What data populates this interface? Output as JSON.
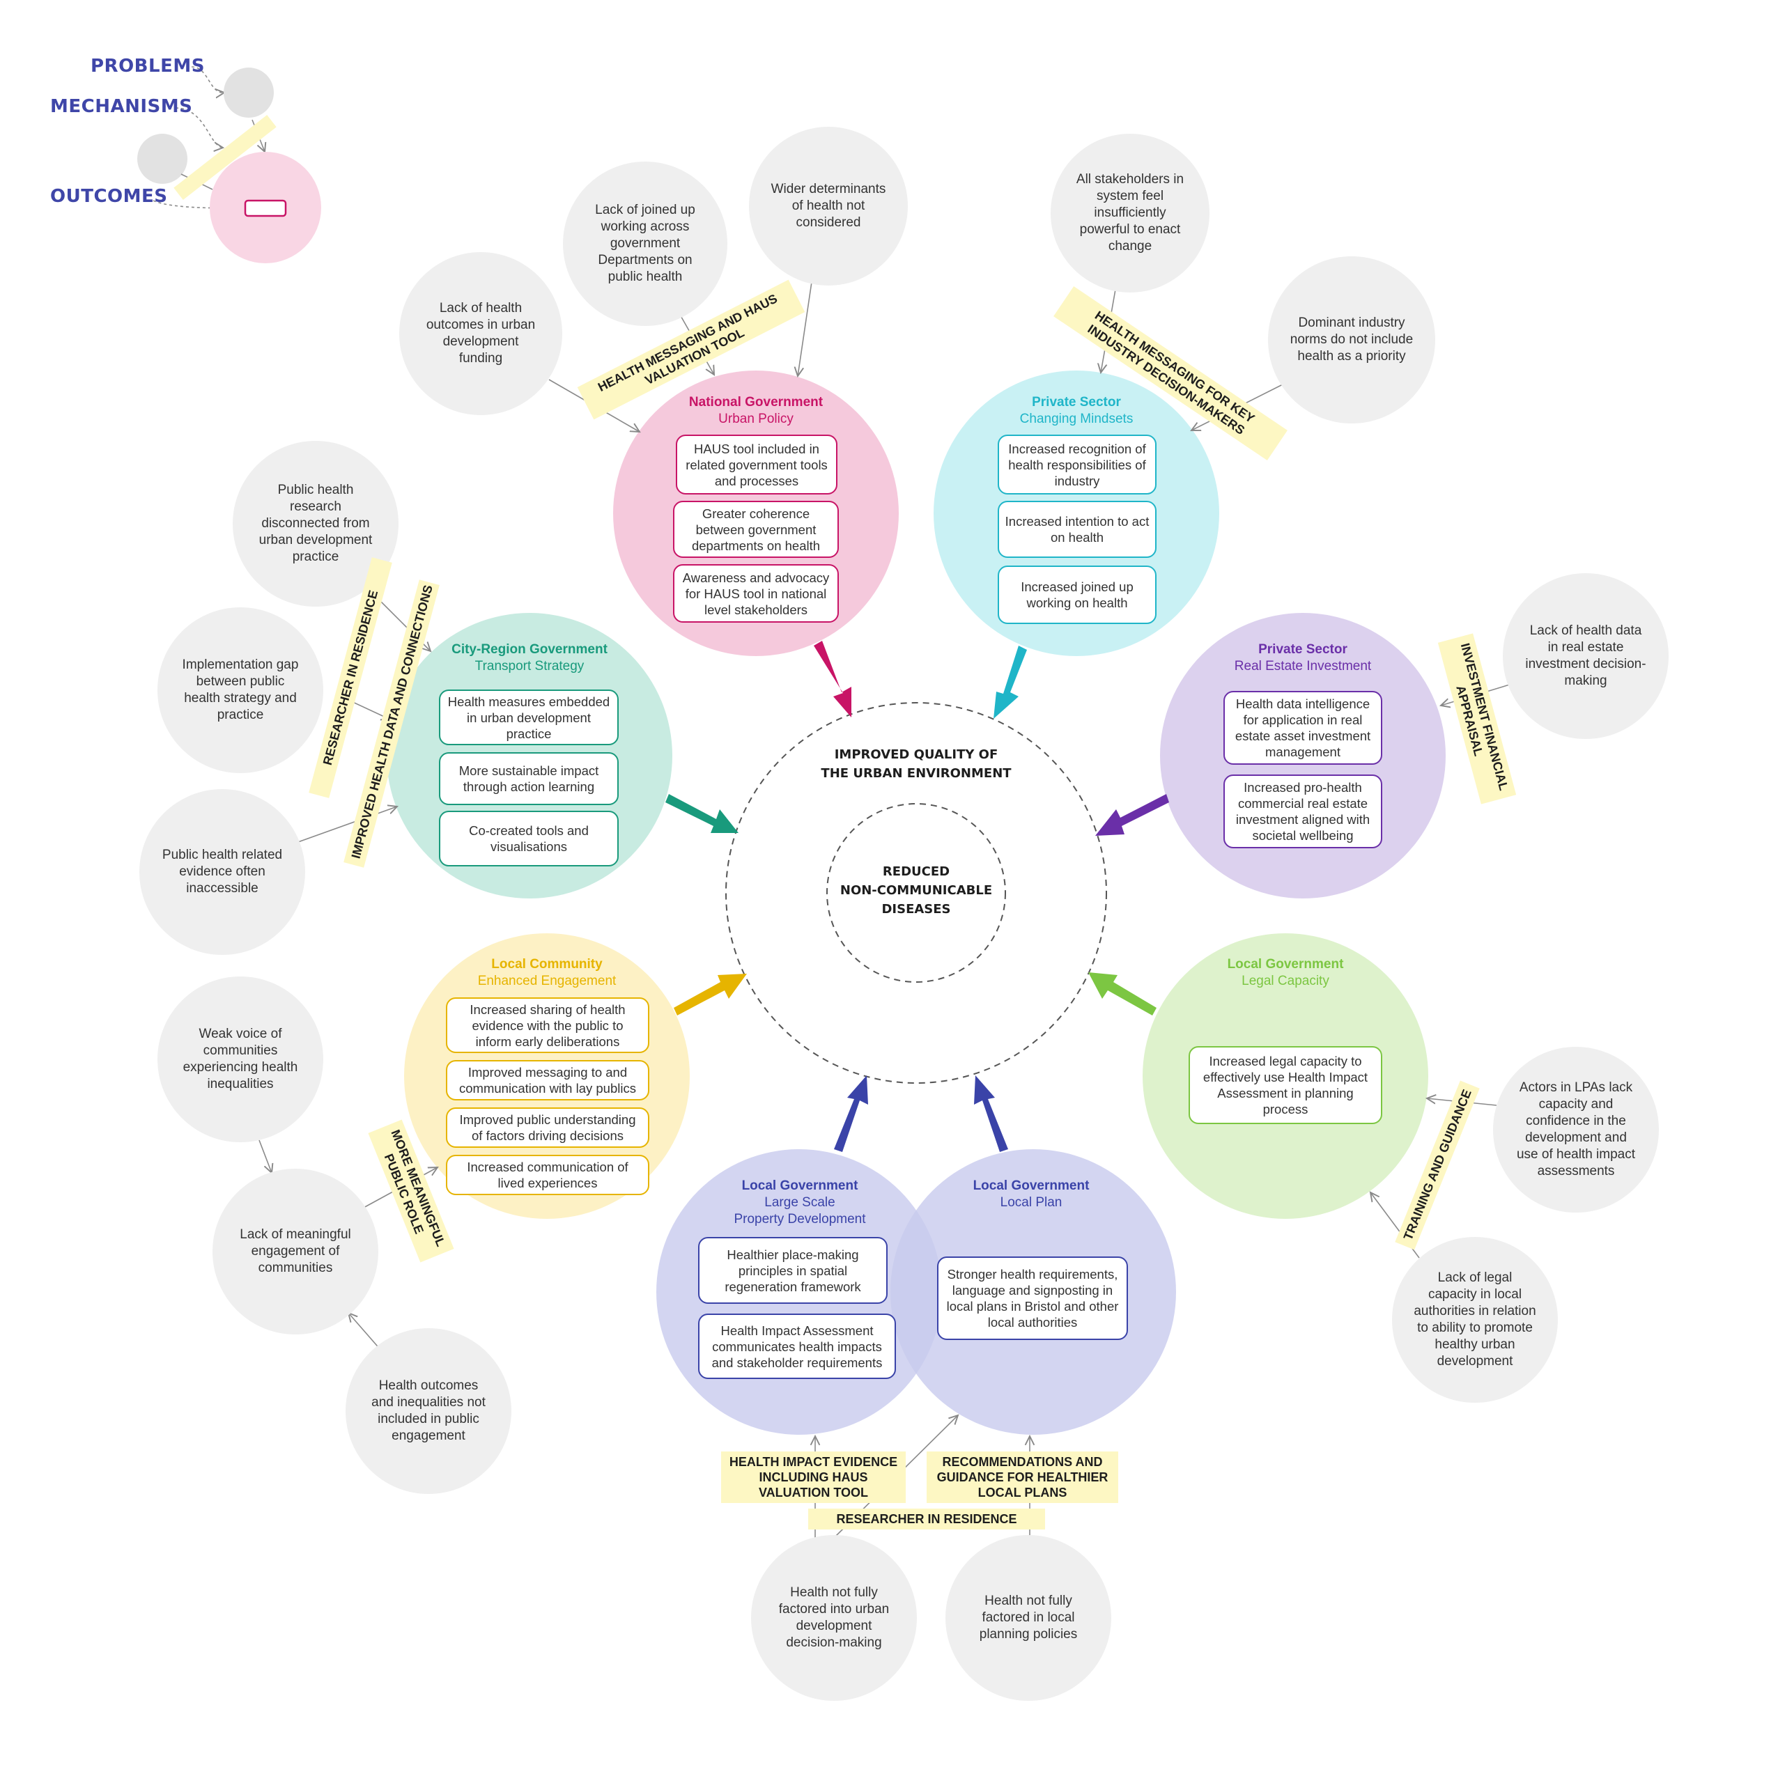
{
  "legend": {
    "problems": "PROBLEMS",
    "mechanisms": "MECHANISMS",
    "outcomes": "OUTCOMES"
  },
  "center": {
    "outer": [
      "IMPROVED QUALITY OF",
      "THE URBAN ENVIRONMENT"
    ],
    "inner": [
      "REDUCED",
      "NON-COMMUNICABLE",
      "DISEASES"
    ]
  },
  "stakeholders": [
    {
      "id": "natgov",
      "name": "National Government",
      "theme": "Urban Policy",
      "color": "#c81466",
      "outcomes": [
        "HAUS tool included in related government tools and processes",
        "Greater coherence between government departments on health",
        "Awareness and advocacy for HAUS tool in national level stakeholders"
      ]
    },
    {
      "id": "private-mind",
      "name": "Private Sector",
      "theme": "Changing Mindsets",
      "color": "#1fb5c8",
      "outcomes": [
        "Increased recognition of health responsibilities of industry",
        "Increased intention to act on health",
        "Increased joined up working on health"
      ]
    },
    {
      "id": "cityregion",
      "name": "City-Region Government",
      "theme": "Transport Strategy",
      "color": "#199a7c",
      "outcomes": [
        "Health measures embedded in urban development practice",
        "More sustainable impact through action learning",
        "Co-created tools and visualisations"
      ]
    },
    {
      "id": "private-re",
      "name": "Private Sector",
      "theme": "Real Estate Investment",
      "color": "#6a2fa8",
      "outcomes": [
        "Health data intelligence for application in real estate asset investment management",
        "Increased pro-health commercial real estate investment aligned with societal wellbeing"
      ]
    },
    {
      "id": "community",
      "name": "Local Community",
      "theme": "Enhanced Engagement",
      "color": "#e6b400",
      "outcomes": [
        "Increased sharing of health evidence with the public to inform early deliberations",
        "Improved messaging to and communication with lay publics",
        "Improved public understanding of factors driving decisions",
        "Increased communication of lived experiences"
      ]
    },
    {
      "id": "localgov-legal",
      "name": "Local Government",
      "theme": "Legal Capacity",
      "color": "#7cc642",
      "outcomes": [
        "Increased legal capacity to effectively use Health Impact Assessment in planning process"
      ]
    },
    {
      "id": "localgov-prop",
      "name": "Local Government",
      "theme": "Large Scale",
      "theme2": "Property Development",
      "color": "#3a43a8",
      "outcomes": [
        "Healthier place-making principles in spatial regeneration framework",
        "Health Impact Assessment communicates health impacts and stakeholder requirements"
      ]
    },
    {
      "id": "localgov-plan",
      "name": "Local Government",
      "theme": "Local Plan",
      "color": "#3a43a8",
      "outcomes": [
        "Stronger health requirements, language and signposting in local plans in Bristol and other local authorities"
      ]
    }
  ],
  "problems": [
    "Lack of health outcomes in urban development funding",
    "Lack of joined up working across government Departments on public health",
    "Wider determinants of health not considered",
    "All stakeholders in system feel insufficiently powerful to enact change",
    "Dominant industry norms do not include health as a priority",
    "Public health research disconnected from urban development practice",
    "Implementation gap between public health strategy and practice",
    "Public health related evidence often inaccessible",
    "Lack of health data in real estate investment decision-making",
    "Weak voice of communities experiencing health inequalities",
    "Lack of meaningful engagement of communities",
    "Health outcomes and inequalities not included in public engagement",
    "Actors in LPAs lack capacity and confidence in the development and use of health impact assessments",
    "Lack of legal capacity in local authorities in relation to ability to promote healthy urban development",
    "Health not fully factored into urban development decision-making",
    "Health not fully factored in local planning policies"
  ],
  "mechanisms": [
    "HEALTH MESSAGING AND HAUS VALUATION TOOL",
    "HEALTH MESSAGING FOR KEY INDUSTRY DECISION-MAKERS",
    "RESEARCHER IN RESIDENCE",
    "IMPROVED HEALTH DATA AND CONNECTIONS",
    "INVESTMENT FINANCIAL APPRAISAL",
    "MORE MEANINGFUL PUBLIC ROLE",
    "TRAINING AND GUIDANCE",
    "HEALTH IMPACT EVIDENCE INCLUDING HAUS VALUATION TOOL",
    "RECOMMENDATIONS AND GUIDANCE FOR HEALTHIER LOCAL PLANS",
    "RESEARCHER IN RESIDENCE"
  ],
  "colors": {
    "problem_fill": "#efefef",
    "mechanism_fill": "#fdf7c3",
    "legend_text": "#3f46a8"
  }
}
